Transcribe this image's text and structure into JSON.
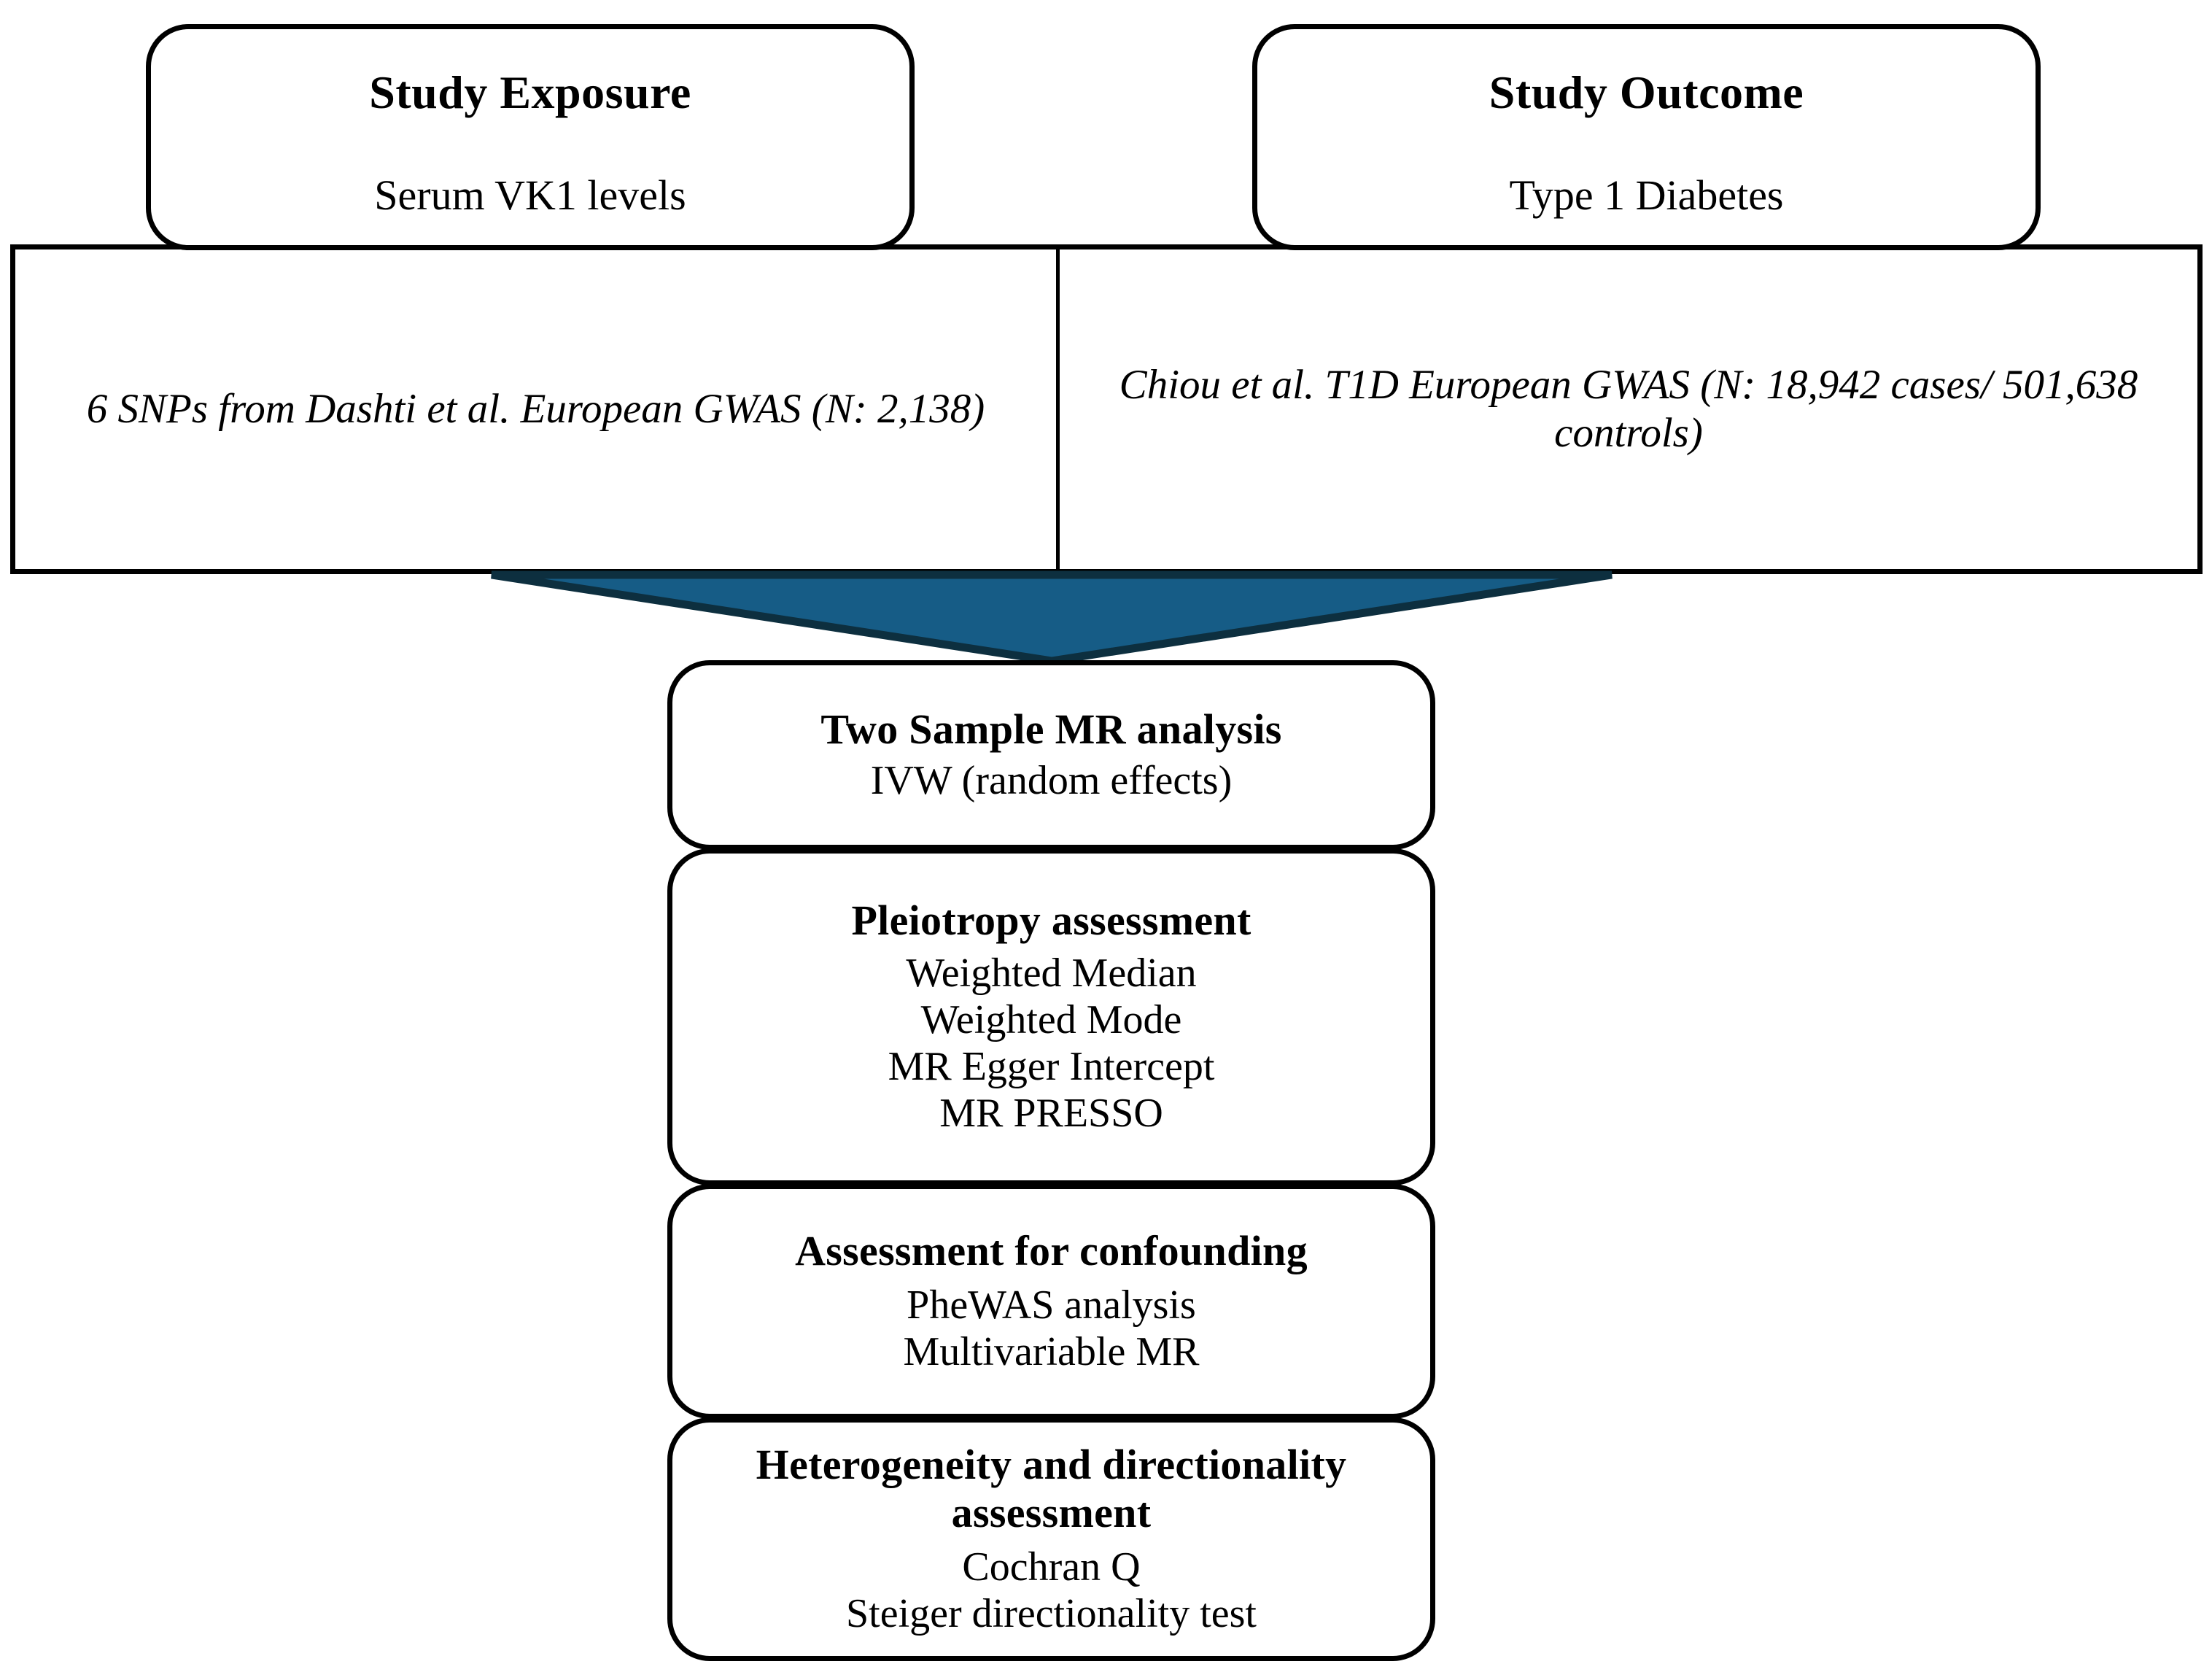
{
  "diagram": {
    "type": "flowchart",
    "title": "Two-sample Mendelian Randomization study design",
    "accent_color": "#165C86",
    "line_color": "#000000",
    "background_color": "#FFFFFF"
  },
  "exposure": {
    "title": "Study Exposure",
    "subtitle": "Serum VK1 levels",
    "source": "6 SNPs from Dashti et al. European GWAS (N: 2,138)"
  },
  "outcome": {
    "title": "Study Outcome",
    "subtitle": "Type 1 Diabetes",
    "source": "Chiou et al. T1D European GWAS (N: 18,942 cases/ 501,638 controls)"
  },
  "arrow": {
    "name": "downward-triangle-connector",
    "color": "#165C86"
  },
  "analysis_steps": [
    {
      "header": "Two Sample MR analysis",
      "items": [
        "IVW (random effects)"
      ]
    },
    {
      "header": "Pleiotropy assessment",
      "items": [
        "Weighted Median",
        "Weighted Mode",
        "MR Egger Intercept",
        "MR PRESSO"
      ]
    },
    {
      "header": "Assessment for confounding",
      "items": [
        "PheWAS analysis",
        "Multivariable MR"
      ]
    },
    {
      "header": "Heterogeneity and directionality assessment",
      "items": [
        "Cochran Q",
        "Steiger directionality test"
      ]
    }
  ]
}
